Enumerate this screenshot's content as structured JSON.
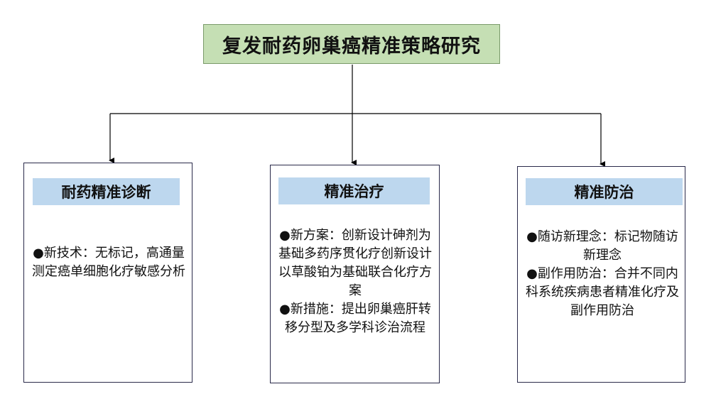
{
  "root": {
    "title": "复发耐药卵巢癌精准策略研究"
  },
  "branches": [
    {
      "title": "耐药精准诊断",
      "points": [
        "●新技术：无标记，高通量测定癌单细胞化疗敏感分析"
      ]
    },
    {
      "title": "精准治疗",
      "points": [
        "●新方案：创新设计砷剂为基础多药序贯化疗创新设计以草酸铂为基础联合化疗方案",
        "●新措施：提出卵巢癌肝转移分型及多学科诊治流程"
      ]
    },
    {
      "title": "精准防治",
      "points": [
        "●随访新理念：标记物随访新理念",
        "●副作用防治：合并不同内科系统疾病患者精准化疗及副作用防治"
      ]
    }
  ],
  "colors": {
    "root_fill": "#c5dfb4",
    "title_fill": "#bdd7ee",
    "line": "#000000"
  }
}
